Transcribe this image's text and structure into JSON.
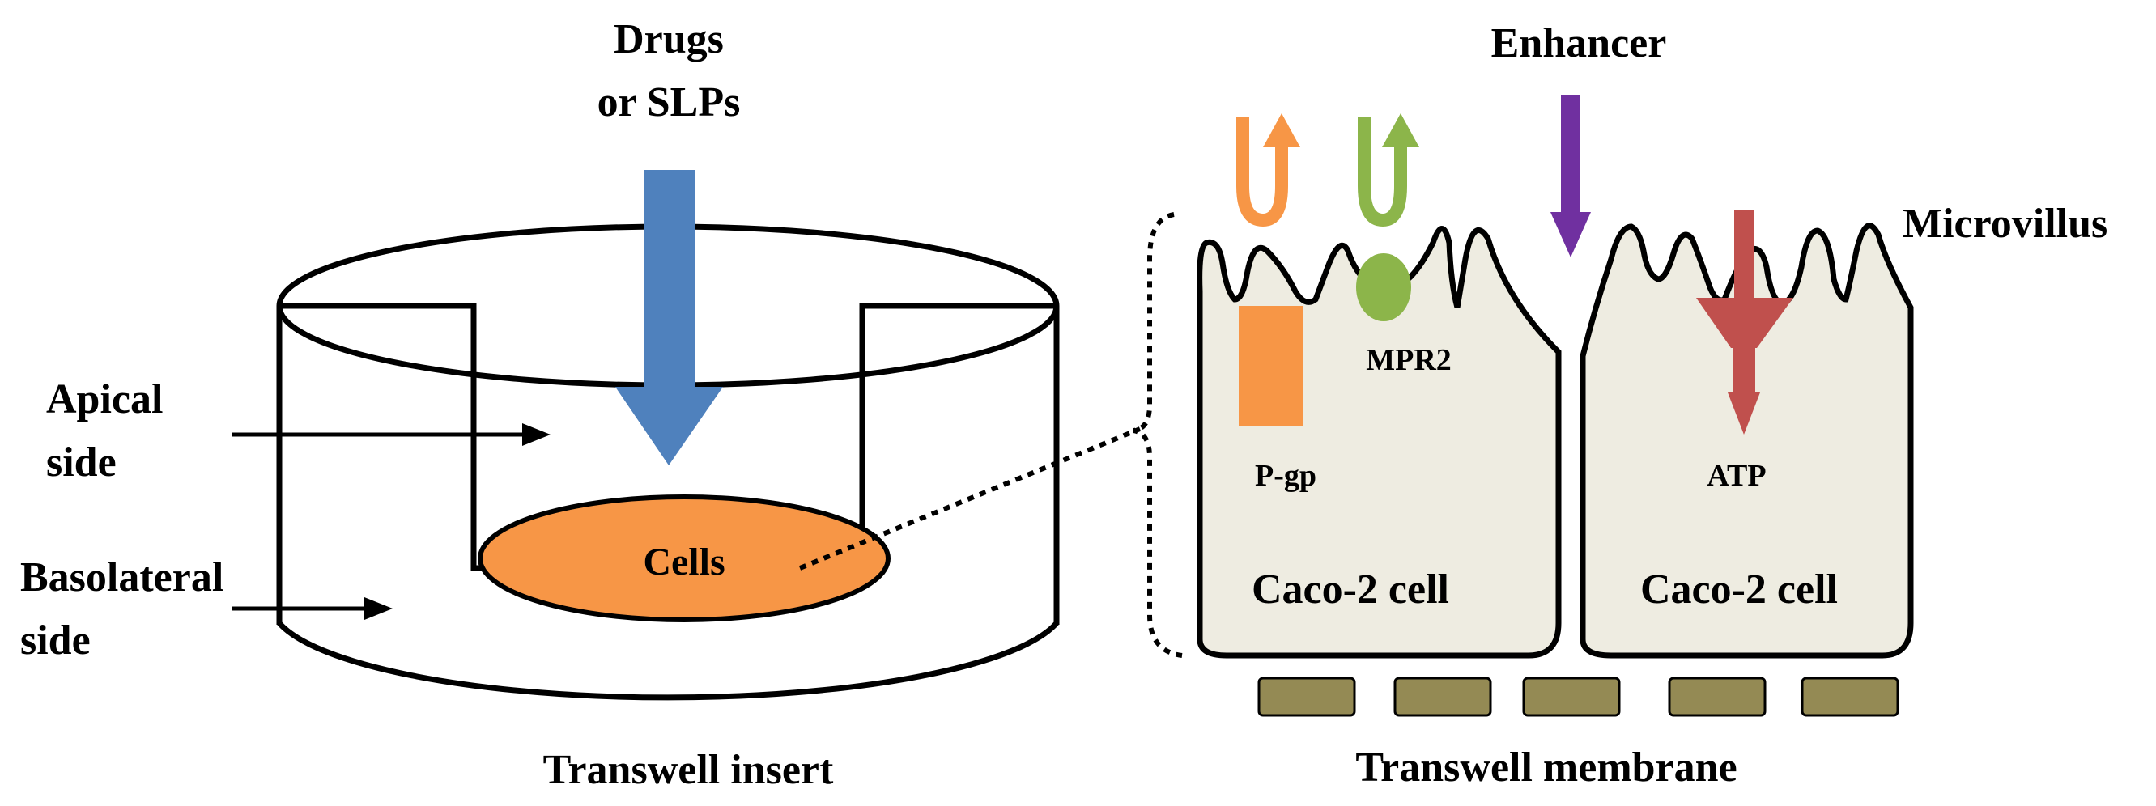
{
  "left_panel": {
    "drugs_label_line1": "Drugs",
    "drugs_label_line2": "or SLPs",
    "apical_label_line1": "Apical",
    "apical_label_line2": "side",
    "basolateral_label_line1": "Basolateral",
    "basolateral_label_line2": "side",
    "cells_label": "Cells",
    "caption": "Transwell insert"
  },
  "right_panel": {
    "enhancer_label": "Enhancer",
    "microvillus_label": "Microvillus",
    "mpr2_label": "MPR2",
    "pgp_label": "P-gp",
    "atp_label": "ATP",
    "cell_left_label": "Caco-2 cell",
    "cell_right_label": "Caco-2 cell",
    "caption": "Transwell membrane"
  },
  "colors": {
    "drug_arrow": "#4f81bd",
    "cells": "#f79646",
    "pgp": "#f79646",
    "mpr2": "#8cb54a",
    "enhancer_arrow": "#7030a0",
    "atp_arrow": "#c0504d",
    "cell_fill": "#eeece1",
    "membrane_pore": "#948a54"
  }
}
